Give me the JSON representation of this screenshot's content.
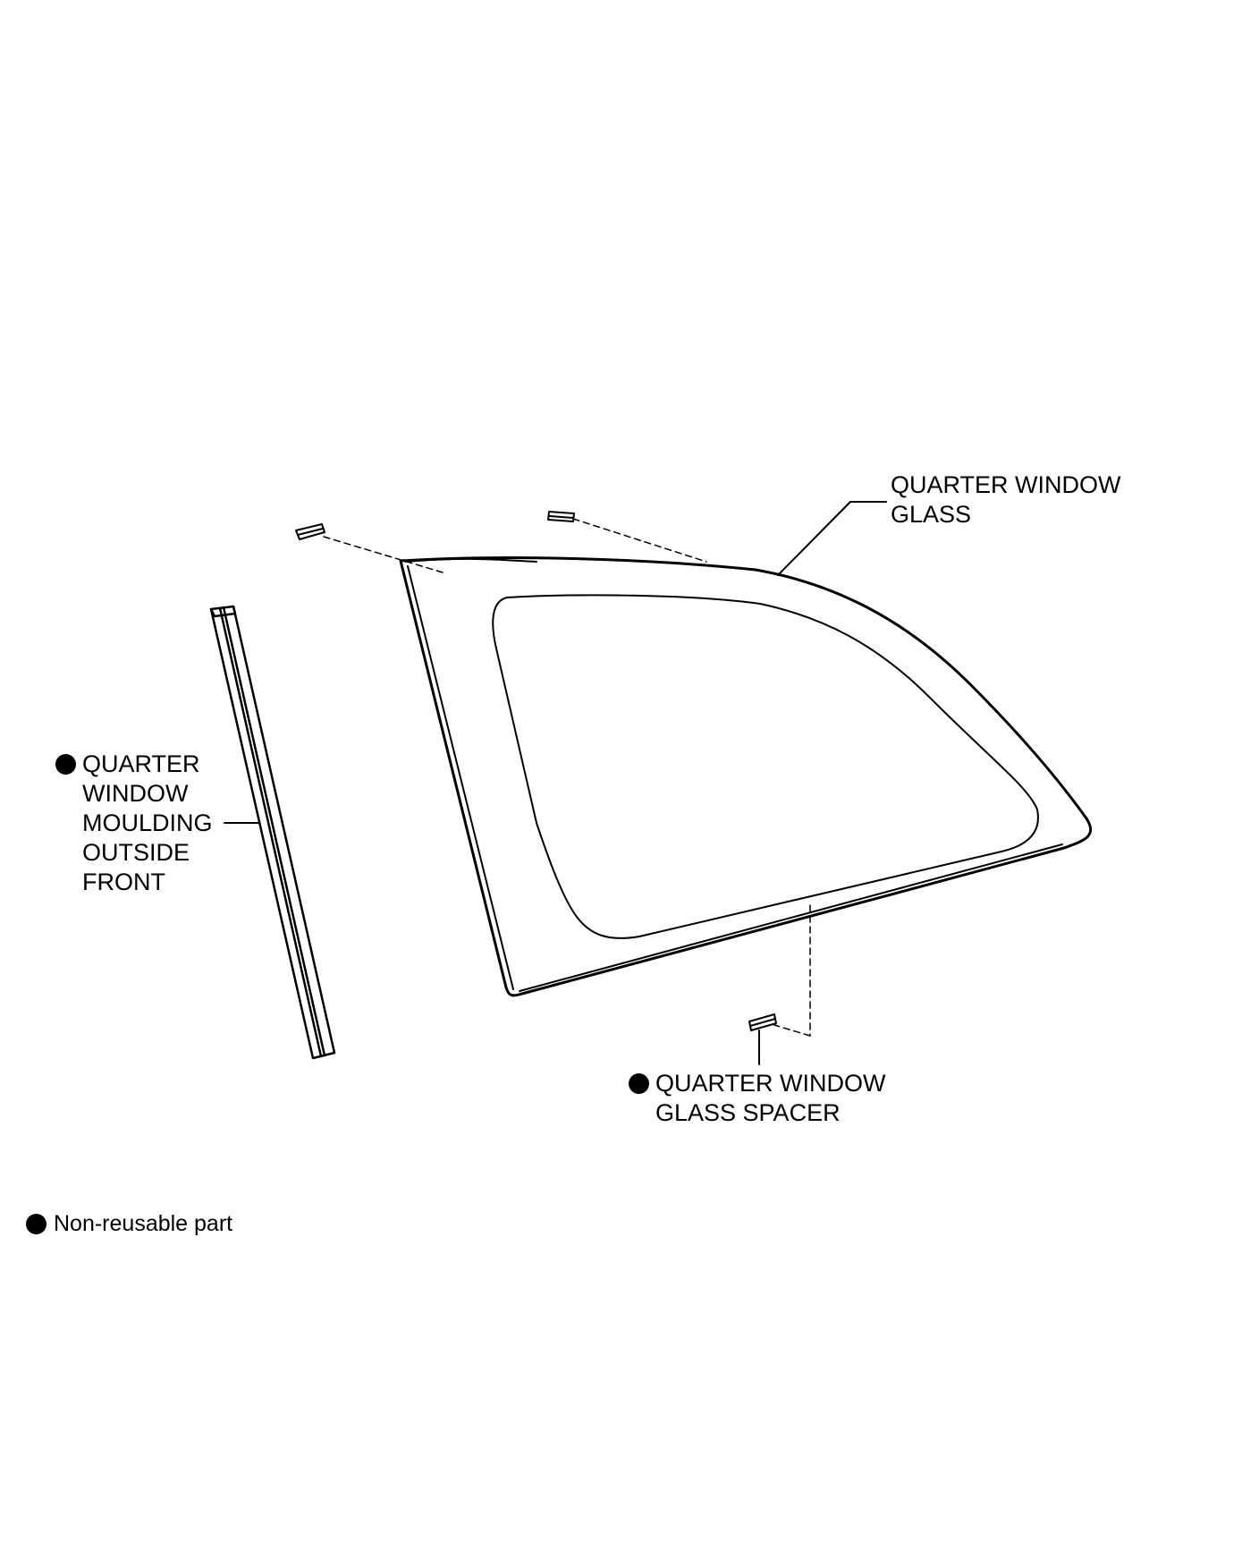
{
  "labels": {
    "quarter_window_glass": [
      "QUARTER WINDOW",
      "GLASS"
    ],
    "moulding": [
      "QUARTER",
      "WINDOW",
      "MOULDING",
      "OUTSIDE",
      "FRONT"
    ],
    "spacer": [
      "QUARTER WINDOW",
      "GLASS SPACER"
    ]
  },
  "legend": {
    "text": "Non-reusable part",
    "symbol": "filled-circle"
  },
  "colors": {
    "ink": "#000000",
    "paper": "#ffffff"
  }
}
